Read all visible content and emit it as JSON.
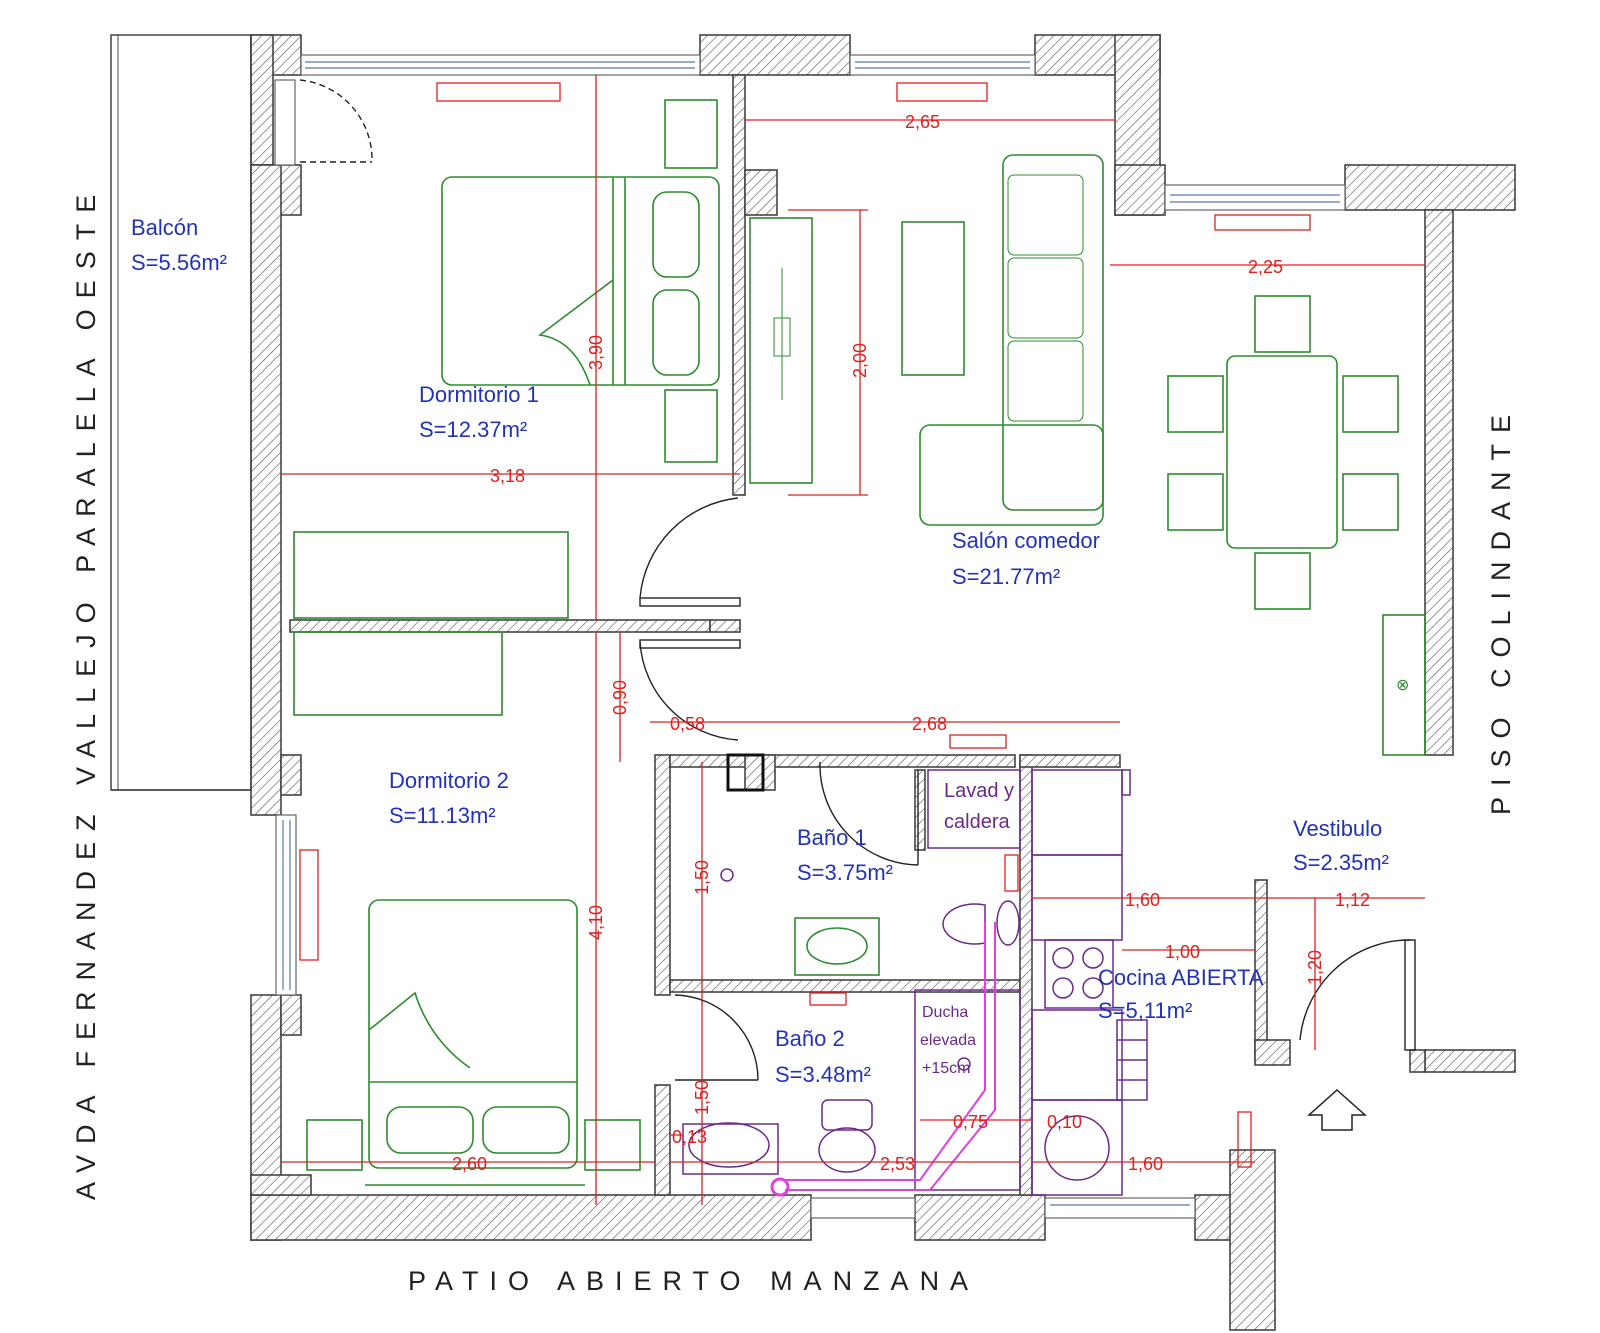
{
  "streets": {
    "west": "AVDA FERNANDEZ VALLEJO PARALELA OESTE",
    "east": "PISO COLINDANTE",
    "south": "PATIO ABIERTO MANZANA"
  },
  "rooms": {
    "balcon": {
      "name": "Balcón",
      "area": "S=5.56m²"
    },
    "dormitorio1": {
      "name": "Dormitorio 1",
      "area": "S=12.37m²"
    },
    "salon": {
      "name": "Salón comedor",
      "area": "S=21.77m²"
    },
    "dormitorio2": {
      "name": "Dormitorio 2",
      "area": "S=11.13m²"
    },
    "bano1": {
      "name": "Baño 1",
      "area": "S=3.75m²"
    },
    "bano2": {
      "name": "Baño 2",
      "area": "S=3.48m²"
    },
    "cocina": {
      "name": "Cocina ABIERTA",
      "area": "S=5,11m²"
    },
    "vestibulo": {
      "name": "Vestibulo",
      "area": "S=2.35m²"
    },
    "lavad": {
      "line1": "Lavad y",
      "line2": "caldera"
    },
    "ducha": {
      "line1": "Ducha",
      "line2": "elevada",
      "line3": "+15cm"
    }
  },
  "dimensions": {
    "d_265": "2,65",
    "d_225": "2,25",
    "d_390": "3,90",
    "d_200": "2,00",
    "d_318": "3,18",
    "d_090": "0,90",
    "d_058": "0,58",
    "d_268": "2,68",
    "d_150a": "1,50",
    "d_150b": "1,50",
    "d_410": "4,10",
    "d_160a": "1,60",
    "d_112": "1,12",
    "d_100": "1,00",
    "d_120": "1,20",
    "d_075": "0,75",
    "d_010": "0,10",
    "d_013": "0,13",
    "d_260": "2,60",
    "d_253": "2,53",
    "d_160b": "1,60"
  },
  "colors": {
    "walls": "#444444",
    "furniture": "#2e8b2e",
    "dimensions": "#e0201e",
    "room_labels": "#2233b8",
    "utility_labels": "#6b2a8a",
    "plumbing": "#e040e0"
  }
}
